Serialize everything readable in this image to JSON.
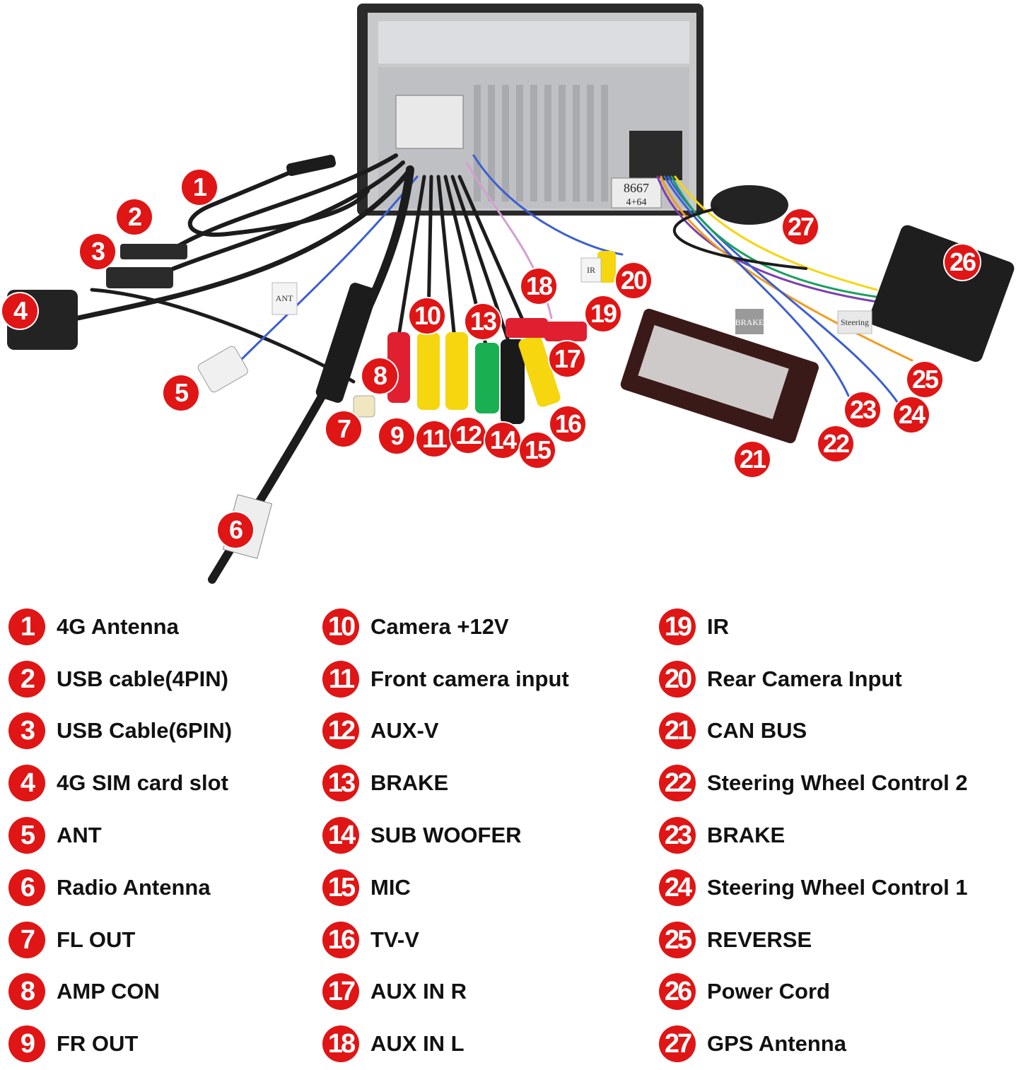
{
  "unit": {
    "model_label": "8667",
    "spec_label": "4+64"
  },
  "cable_tags": [
    "ANT",
    "IR",
    "BRAKE",
    "Steering"
  ],
  "colors": {
    "badge_red": "#e01515",
    "rca_red": "#e02030",
    "rca_yellow": "#f5d60f",
    "rca_green": "#18b050",
    "rca_black": "#1a1a1a",
    "cable_black": "#1c1c1c",
    "unit_silver": "#c8c9cb"
  },
  "legend": [
    {
      "num": "1",
      "label": "4G Antenna"
    },
    {
      "num": "2",
      "label": "USB cable(4PIN)"
    },
    {
      "num": "3",
      "label": "USB Cable(6PIN)"
    },
    {
      "num": "4",
      "label": "4G SIM card slot"
    },
    {
      "num": "5",
      "label": "ANT"
    },
    {
      "num": "6",
      "label": "Radio Antenna"
    },
    {
      "num": "7",
      "label": "FL OUT"
    },
    {
      "num": "8",
      "label": "AMP CON"
    },
    {
      "num": "9",
      "label": "FR OUT"
    },
    {
      "num": "10",
      "label": "Camera +12V"
    },
    {
      "num": "11",
      "label": "Front camera input"
    },
    {
      "num": "12",
      "label": "AUX-V"
    },
    {
      "num": "13",
      "label": "BRAKE"
    },
    {
      "num": "14",
      "label": "SUB WOOFER"
    },
    {
      "num": "15",
      "label": "MIC"
    },
    {
      "num": "16",
      "label": "TV-V"
    },
    {
      "num": "17",
      "label": "AUX IN R"
    },
    {
      "num": "18",
      "label": "AUX IN L"
    },
    {
      "num": "19",
      "label": "IR"
    },
    {
      "num": "20",
      "label": "Rear Camera Input"
    },
    {
      "num": "21",
      "label": "CAN BUS"
    },
    {
      "num": "22",
      "label": "Steering Wheel Control 2"
    },
    {
      "num": "23",
      "label": "BRAKE"
    },
    {
      "num": "24",
      "label": "Steering Wheel Control 1"
    },
    {
      "num": "25",
      "label": "REVERSE"
    },
    {
      "num": "26",
      "label": "Power Cord"
    },
    {
      "num": "27",
      "label": "GPS Antenna"
    }
  ]
}
